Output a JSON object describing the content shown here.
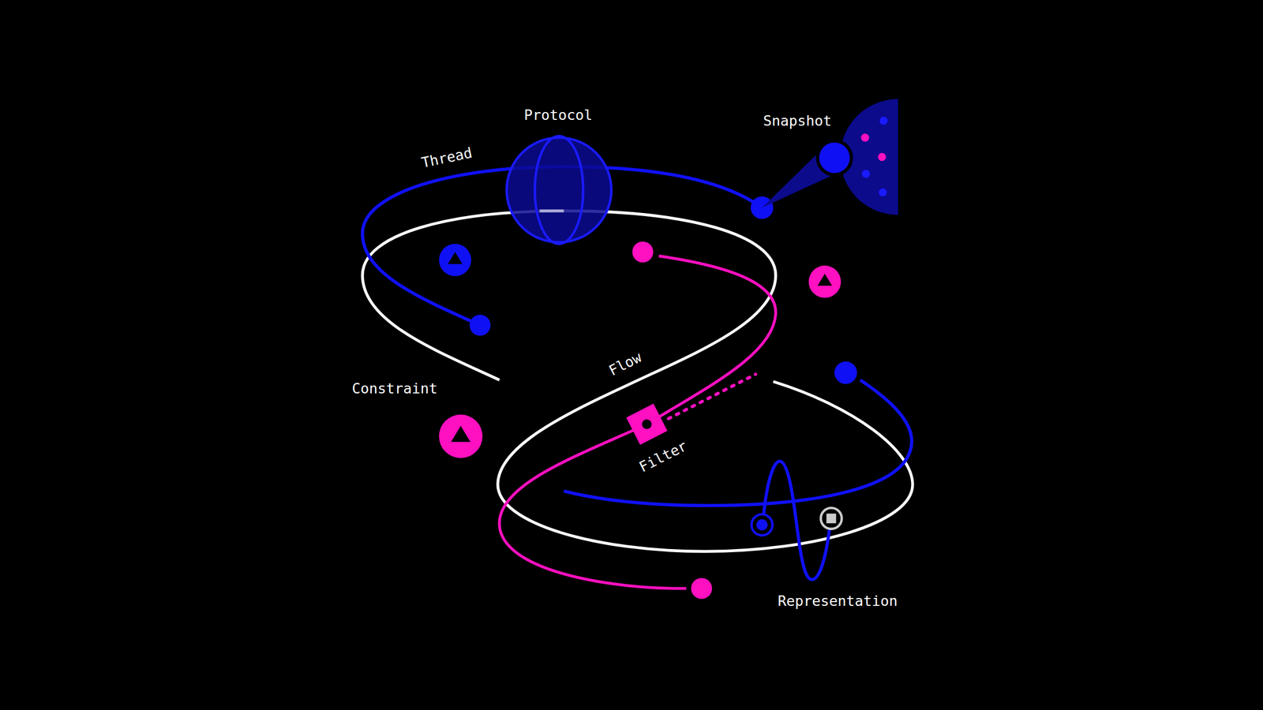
{
  "diagram": {
    "labels": [
      "Protocol",
      "Snapshot",
      "Thread",
      "Constraint",
      "Flow",
      "Filter",
      "Representation"
    ]
  }
}
